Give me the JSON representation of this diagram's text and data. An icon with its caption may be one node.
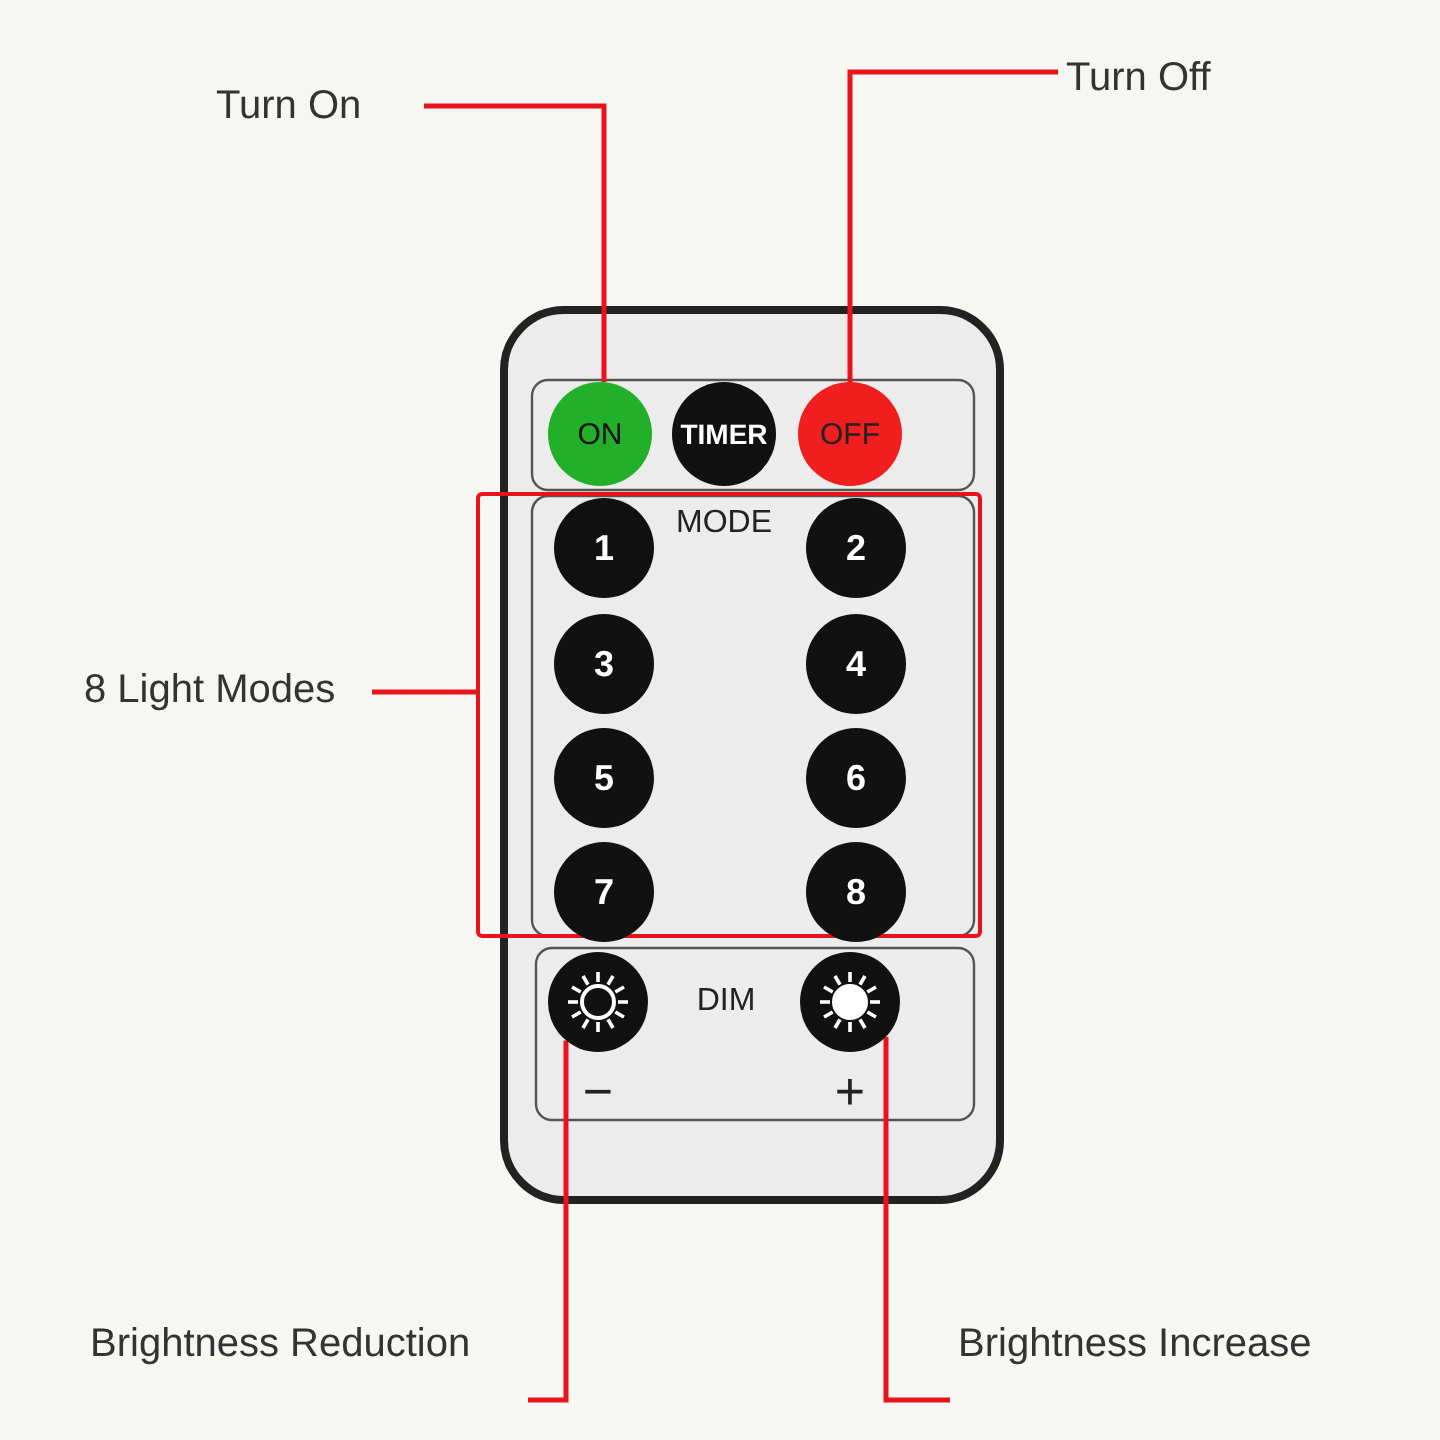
{
  "diagram": {
    "nodes": [
      {
        "text": [
          "Turn On"
        ]
      },
      {
        "text": [
          "Turn Off"
        ]
      },
      {
        "text": [
          "8 Light Modes"
        ]
      },
      {
        "text": [
          "Brightness Reduction"
        ]
      },
      {
        "text": [
          "Brightness Increase"
        ]
      },
      {
        "text": [
          "ON"
        ]
      },
      {
        "text": [
          "TIMER"
        ]
      },
      {
        "text": [
          "OFF"
        ]
      },
      {
        "text": [],
        "shape": "box"
      },
      {
        "text": [
          "1"
        ],
        "in": 8
      },
      {
        "text": [
          "2"
        ],
        "in": 8
      },
      {
        "text": [
          "3"
        ],
        "in": 8
      },
      {
        "text": [
          "4"
        ],
        "in": 8
      },
      {
        "text": [
          "5"
        ],
        "in": 8
      },
      {
        "text": [
          "6"
        ],
        "in": 8
      },
      {
        "text": [
          "7"
        ],
        "in": 8
      },
      {
        "text": [
          "8"
        ],
        "in": 8
      },
      {
        "text": [],
        "shape": "circle"
      },
      {
        "text": [],
        "shape": "circle"
      }
    ],
    "edges": [
      {
        "from": 0,
        "to": 5,
        "arrow": "none"
      },
      {
        "from": 1,
        "to": 7,
        "arrow": "none"
      },
      {
        "from": 2,
        "to": 8,
        "arrow": "none"
      },
      {
        "from": 3,
        "to": 17,
        "arrow": "none"
      },
      {
        "from": 4,
        "to": 18,
        "arrow": "none"
      }
    ],
    "labels": [
      "MODE",
      "DIM",
      "−",
      "+"
    ]
  }
}
